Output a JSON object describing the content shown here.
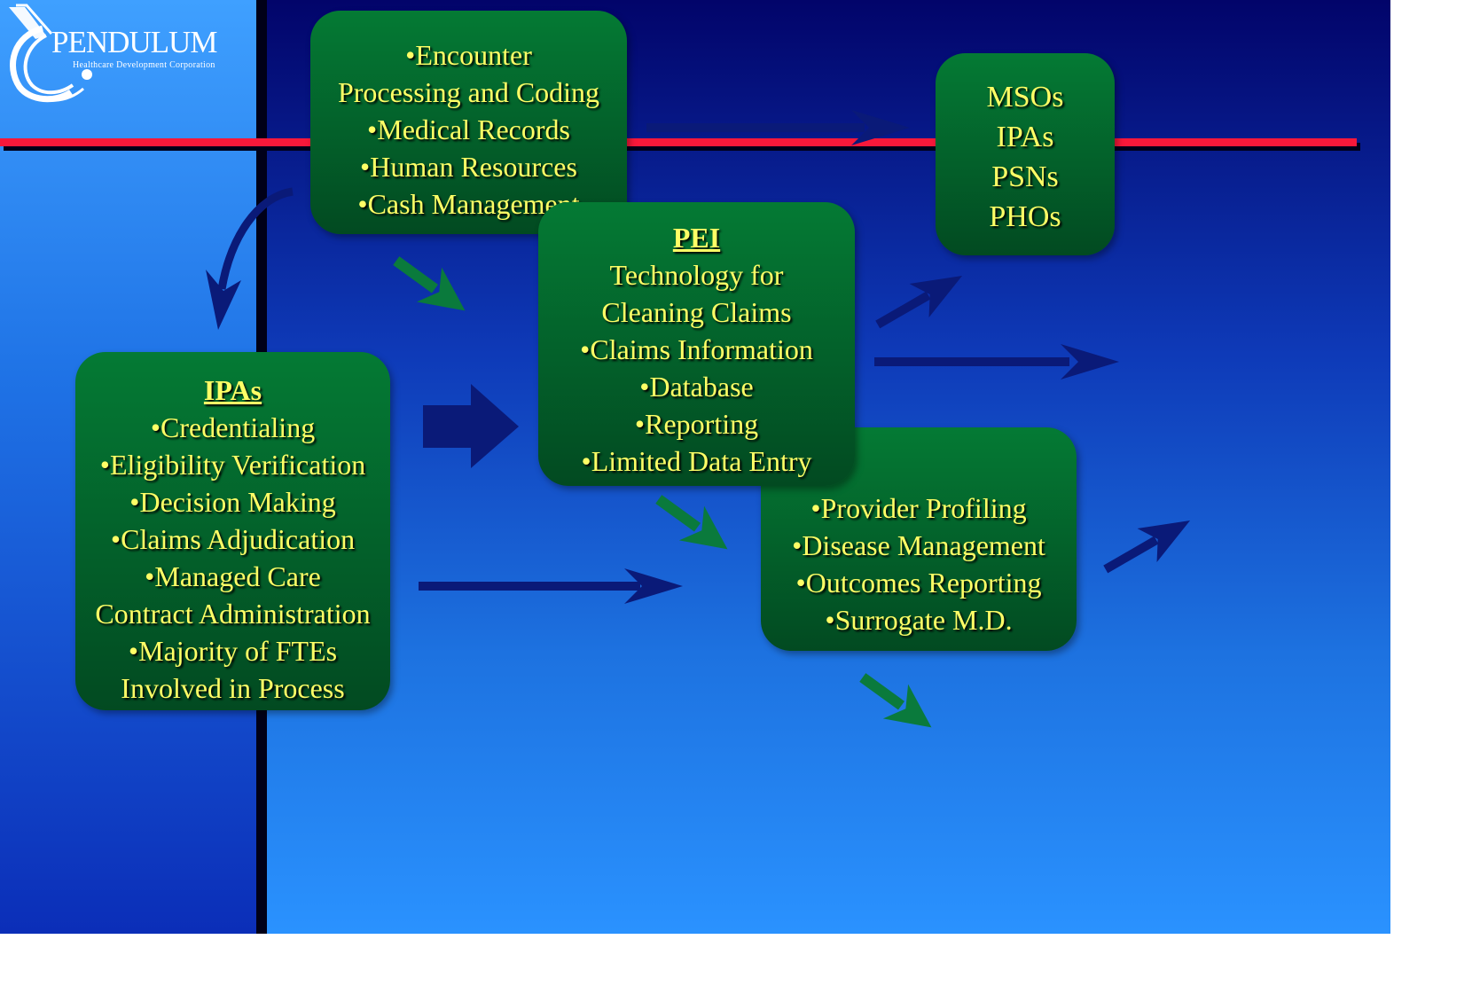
{
  "logo": {
    "title": "PENDULUM",
    "subtitle": "Healthcare Development Corporation"
  },
  "boxes": {
    "top": {
      "lines": [
        "•Encounter",
        "Processing and Coding",
        "•Medical Records",
        "•Human Resources",
        "•Cash Management"
      ]
    },
    "right": {
      "lines": [
        "MSOs",
        "IPAs",
        "PSNs",
        "PHOs"
      ]
    },
    "pei": {
      "heading": "PEI",
      "lines": [
        "Technology for",
        "Cleaning Claims",
        "•Claims Information",
        "•Database",
        "•Reporting",
        "•Limited Data Entry"
      ]
    },
    "left": {
      "heading": "IPAs",
      "lines": [
        "•Credentialing",
        "•Eligibility Verification",
        "•Decision Making",
        "•Claims Adjudication",
        "•Managed Care",
        "Contract Administration",
        "•Majority of FTEs",
        "Involved in Process"
      ]
    },
    "bottom": {
      "lines": [
        "•Provider Profiling",
        "•Disease Management",
        "•Outcomes Reporting",
        "•Surrogate M.D."
      ]
    }
  },
  "colors": {
    "box_text": "#ffff66",
    "box_fill": "#03602a",
    "accent_line": "#f8183a",
    "arrow_navy": "#0a1a78",
    "arrow_green": "#0a7a3c"
  }
}
